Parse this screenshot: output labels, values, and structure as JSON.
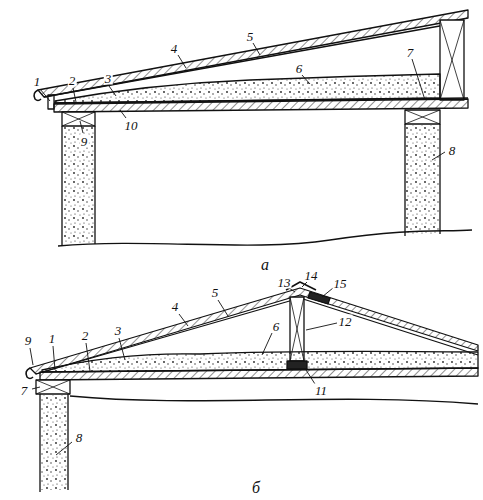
{
  "diagram": {
    "labels": [
      "1",
      "2",
      "3",
      "4",
      "5",
      "6",
      "7",
      "8",
      "9",
      "10",
      "а",
      "9",
      "1",
      "2",
      "3",
      "4",
      "5",
      "6",
      "13",
      "14",
      "15",
      "12",
      "11",
      "7",
      "8",
      "б"
    ]
  }
}
